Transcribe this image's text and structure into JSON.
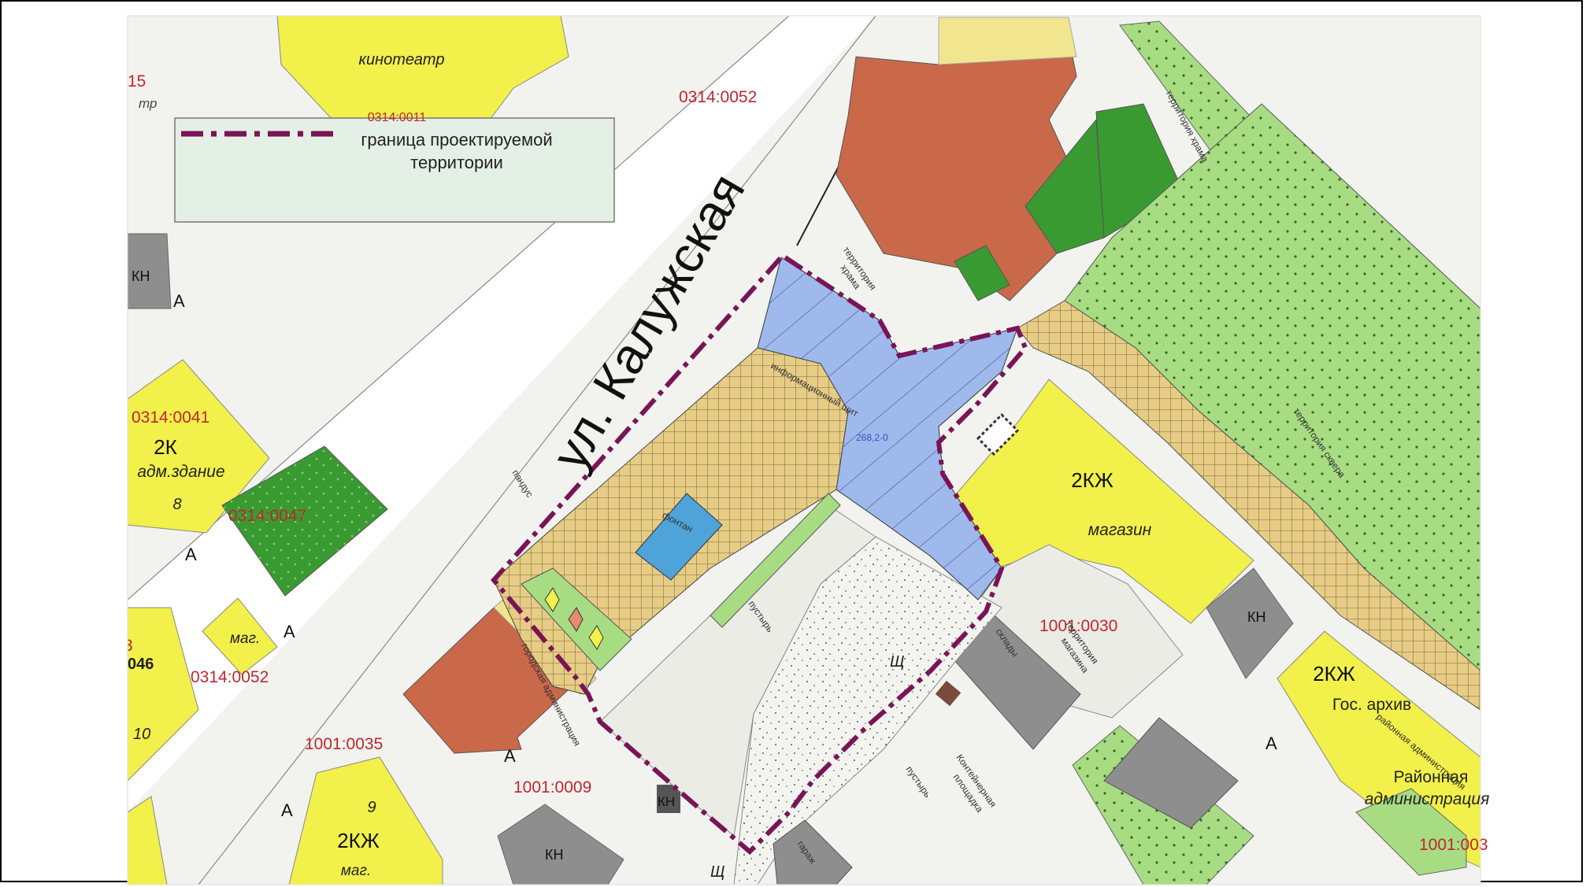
{
  "legend": {
    "boundary_label_line1": "граница проектируемой",
    "boundary_label_line2": "территории"
  },
  "street": "ул. Калужская",
  "buildings": {
    "cinema": "кинотеатр",
    "cinema_cad": "0314:0011",
    "adm_floors": "2К",
    "adm_name": "адм.здание",
    "adm_num": "8",
    "shop_floors": "2КЖ",
    "shop_name": "магазин",
    "archive_floors": "2КЖ",
    "archive_name": "Гос. архив",
    "district_adm_line1": "Районная",
    "district_adm_line2": "администрация",
    "mag_floors": "2КЖ",
    "mag_name": "маг.",
    "mag_num": "9",
    "mag_small": "маг.",
    "num_10": "10",
    "city_adm": "городская администрация",
    "church_territory_line1": "территория",
    "church_territory_line2": "храма",
    "fountain": "фонтан",
    "info_board": "информационный щит",
    "ramp": "пандус",
    "wasteland": "пустырь",
    "wasteland2": "пустырь",
    "warehouses": "склады",
    "container_line1": "Контейнерная",
    "container_line2": "площадка",
    "garage": "гараж",
    "shop_territory_line1": "территория",
    "shop_territory_line2": "магазина",
    "square_territory": "территория сквера",
    "church_sq": "территория храма",
    "district_adm_small": "районная администрация",
    "shch": "Щ",
    "shch2": "Щ",
    "kn": [
      "КН",
      "КН",
      "КН",
      "КН"
    ],
    "a": [
      "А",
      "А",
      "А",
      "А",
      "А",
      "А"
    ],
    "mark_tr": "тр",
    "level": "268,2-0"
  },
  "cadastral": {
    "c1": "0314:0052",
    "c2": "0314:0041",
    "c3": "0314:0047",
    "c4": "0314:0052",
    "c5": "1001:0035",
    "c6": "1001:0009",
    "c7": "1001:0030",
    "c8": "1001:003",
    "c9": "046",
    "c10": "15",
    "c11": "3"
  },
  "colors": {
    "yellow": "#f2f04a",
    "brown": "#c9694a",
    "blue": "#9fb9ec",
    "light_green": "#a8dc83",
    "dark_green": "#3a9a32",
    "tan": "#e6cc85",
    "gray": "#9a9a9a",
    "boundary": "#7a1457"
  }
}
